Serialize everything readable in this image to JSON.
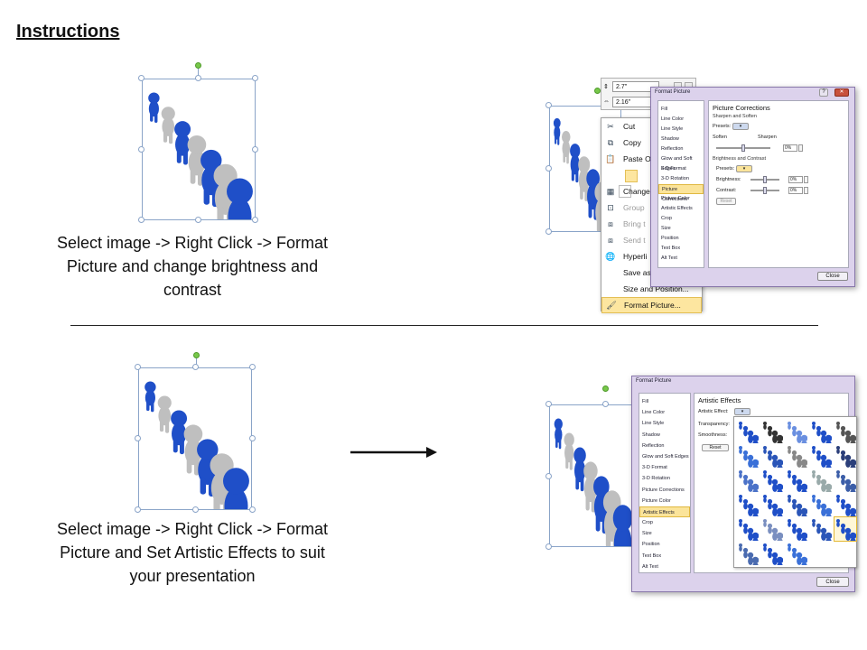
{
  "heading": "Instructions",
  "captions": {
    "top": "Select image -> Right Click -> Format Picture and change brightness and contrast",
    "bottom": "Select image -> Right Click -> Format Picture and Set Artistic Effects to suit your presentation"
  },
  "colors": {
    "figure_blue": "#1f4fc8",
    "figure_gray": "#bfbfbf",
    "selection": "#8aa4c8",
    "highlight": "#fde6a0",
    "dialog_frame": "#dcd2ec"
  },
  "size_fields": {
    "height": "2.7\"",
    "width": "2.16\""
  },
  "context_menu": {
    "items": [
      {
        "label": "Cut",
        "icon": "scissors-icon",
        "glyph": "✂",
        "disabled": false
      },
      {
        "label": "Copy",
        "icon": "copy-icon",
        "glyph": "⧉",
        "disabled": false
      },
      {
        "label": "Paste O",
        "icon": "paste-icon",
        "glyph": "📋",
        "disabled": false
      },
      {
        "label": "",
        "icon": "paste-options-icon",
        "glyph": "",
        "disabled": false
      },
      {
        "label": "Change",
        "icon": "change-picture-icon",
        "glyph": "▦",
        "disabled": false
      },
      {
        "label": "Group",
        "icon": "group-icon",
        "glyph": "⊡",
        "disabled": true
      },
      {
        "label": "Bring t",
        "icon": "bring-forward-icon",
        "glyph": "⧈",
        "disabled": true
      },
      {
        "label": "Send t",
        "icon": "send-backward-icon",
        "glyph": "⧈",
        "disabled": true
      },
      {
        "label": "Hyperli",
        "icon": "hyperlink-icon",
        "glyph": "🌐",
        "disabled": false
      },
      {
        "label": "Save as",
        "icon": "save-as-icon",
        "glyph": "",
        "disabled": false
      },
      {
        "label": "Size and Position...",
        "icon": "size-position-icon",
        "glyph": "",
        "disabled": false
      },
      {
        "label": "Format Picture...",
        "icon": "format-picture-icon",
        "glyph": "🖌",
        "disabled": false
      }
    ]
  },
  "format_dialog_top": {
    "title": "Format Picture",
    "nav": [
      "Fill",
      "Line Color",
      "Line Style",
      "Shadow",
      "Reflection",
      "Glow and Soft Edges",
      "3-D Format",
      "3-D Rotation",
      "Picture Corrections",
      "Picture Color",
      "Artistic Effects",
      "Crop",
      "Size",
      "Position",
      "Text Box",
      "Alt Text"
    ],
    "selected": "Picture Corrections",
    "panel_title": "Picture Corrections",
    "sharpen_heading": "Sharpen and Soften",
    "presets_label": "Presets:",
    "soften_label": "Soften",
    "sharpen_label": "Sharpen",
    "sharpen_value": "0%",
    "brightness_heading": "Brightness and Contrast",
    "presets2_label": "Presets:",
    "brightness_label": "Brightness:",
    "brightness_value": "0%",
    "contrast_label": "Contrast:",
    "contrast_value": "0%",
    "reset_label": "Reset",
    "close_label": "Close"
  },
  "format_dialog_bottom": {
    "title": "Format Picture",
    "nav": [
      "Fill",
      "Line Color",
      "Line Style",
      "Shadow",
      "Reflection",
      "Glow and Soft Edges",
      "3-D Format",
      "3-D Rotation",
      "Picture Corrections",
      "Picture Color",
      "Artistic Effects",
      "Crop",
      "Size",
      "Position",
      "Text Box",
      "Alt Text"
    ],
    "selected": "Artistic Effects",
    "panel_title": "Artistic Effects",
    "artistic_label": "Artistic Effect:",
    "transparency_label": "Transparency:",
    "smoothness_label": "Smoothness:",
    "reset_label": "Reset",
    "close_label": "Close"
  }
}
